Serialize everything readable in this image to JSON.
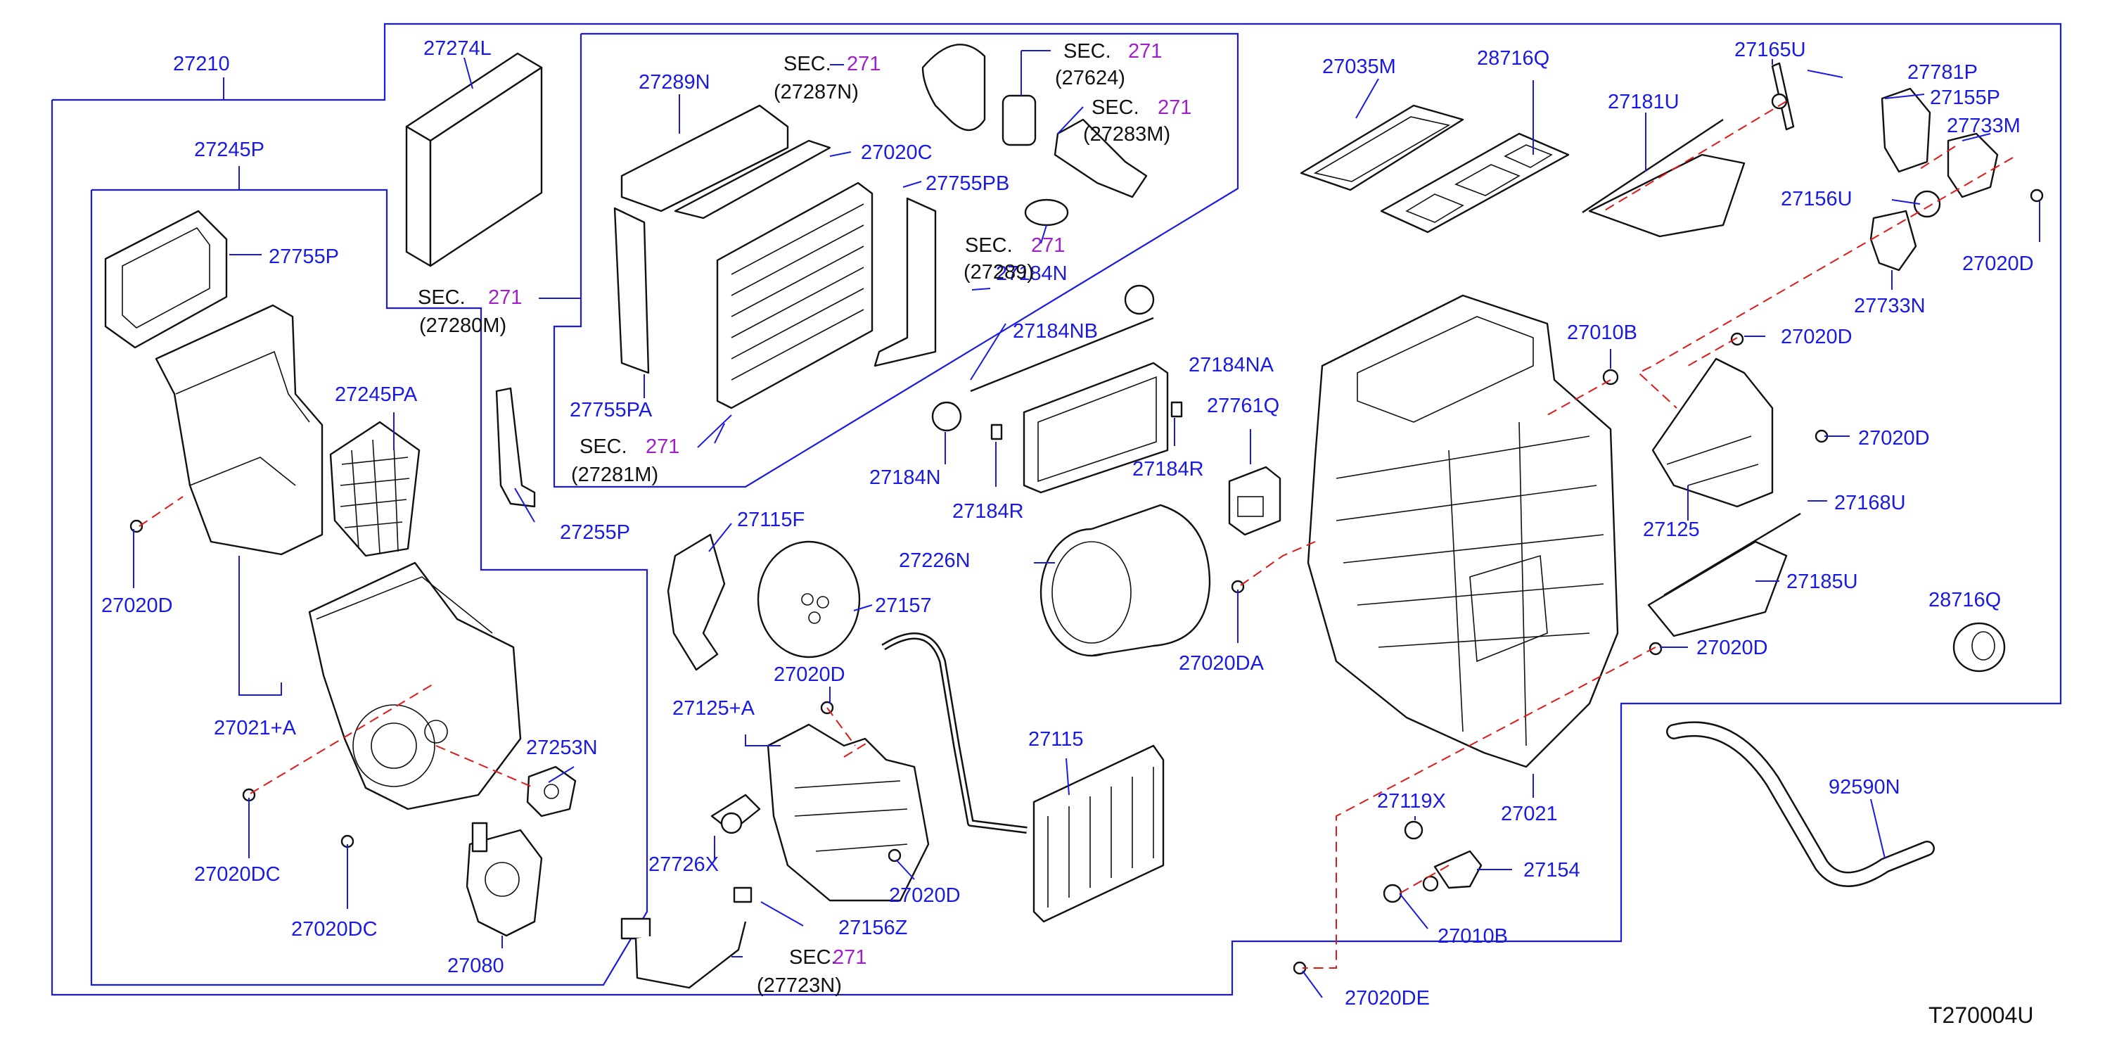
{
  "diagram": {
    "id": "T270004U",
    "labels": {
      "p27210": "27210",
      "p27245P": "27245P",
      "p27274L": "27274L",
      "p27755P": "27755P",
      "p27245PA": "27245PA",
      "p27020D_left": "27020D",
      "p27021A": "27021+A",
      "p27253N": "27253N",
      "p27020DC_a": "27020DC",
      "p27020DC_b": "27020DC",
      "p27080": "27080",
      "p27289N": "27289N",
      "p27020C": "27020C",
      "p27755PB": "27755PB",
      "p27755PA": "27755PA",
      "p27255P": "27255P",
      "p27184N_a": "27184N",
      "p27184NB": "27184NB",
      "p27184NA": "27184NA",
      "p27184N_b": "27184N",
      "p27184R_a": "27184R",
      "p27184R_b": "27184R",
      "p27761Q": "27761Q",
      "p27115F": "27115F",
      "p27226N": "27226N",
      "p27157": "27157",
      "p27020D_mid": "27020D",
      "p27125A": "27125+A",
      "p27726X": "27726X",
      "p27020D_low": "27020D",
      "p27156Z": "27156Z",
      "p27115": "27115",
      "p27020DA": "27020DA",
      "p27035M": "27035M",
      "p28716Q_top": "28716Q",
      "p27181U": "27181U",
      "p27165U": "27165U",
      "p27781P": "27781P",
      "p27155P": "27155P",
      "p27733M": "27733M",
      "p27156U": "27156U",
      "p27020D_r1": "27020D",
      "p27733N": "27733N",
      "p27010B_a": "27010B",
      "p27020D_r2": "27020D",
      "p27020D_r3": "27020D",
      "p27125": "27125",
      "p27168U": "27168U",
      "p27185U": "27185U",
      "p28716Q_r": "28716Q",
      "p27020D_r4": "27020D",
      "p27021": "27021",
      "p27119X": "27119X",
      "p27154": "27154",
      "p27010B_b": "27010B",
      "p27020DE": "27020DE",
      "p92590N": "92590N"
    },
    "sections": [
      {
        "sec": "SEC.",
        "num": "271",
        "ref": "(27287N)"
      },
      {
        "sec": "SEC.",
        "num": "271",
        "ref": "(27624)"
      },
      {
        "sec": "SEC.",
        "num": "271",
        "ref": "(27283M)"
      },
      {
        "sec": "SEC.",
        "num": "271",
        "ref": "(27289)"
      },
      {
        "sec": "SEC.",
        "num": "271",
        "ref": "(27280M)"
      },
      {
        "sec": "SEC.",
        "num": "271",
        "ref": "(27281M)"
      },
      {
        "sec": "SEC.",
        "num": "271",
        "ref": "(27723N)"
      }
    ]
  }
}
